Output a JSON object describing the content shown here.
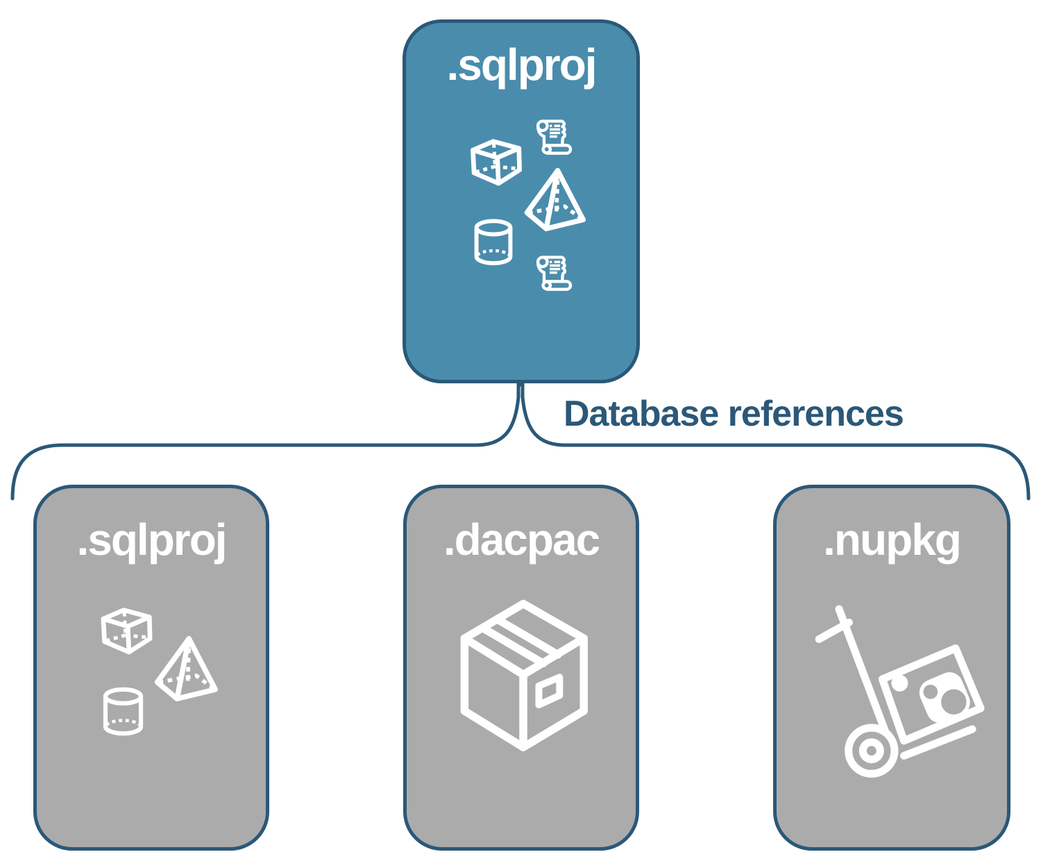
{
  "diagram": {
    "background": "#FFFFFF",
    "root_node": {
      "label": ".sqlproj",
      "icons": [
        "sql-script-scroll",
        "cube",
        "pyramid",
        "database-cylinder",
        "sql-script-scroll"
      ]
    },
    "connector": {
      "label": "Database references",
      "shape": "upside-down-curly-brace"
    },
    "child_nodes": [
      {
        "label": ".sqlproj",
        "icons": [
          "cube",
          "pyramid",
          "database-cylinder"
        ]
      },
      {
        "label": ".dacpac",
        "icons": [
          "package-box"
        ]
      },
      {
        "label": ".nupkg",
        "icons": [
          "nuget-hand-truck"
        ]
      }
    ],
    "colors": {
      "root_fill": "#4A8CAC",
      "child_fill": "#ABABAB",
      "outline": "#2B5878",
      "connector_text": "#2B5878",
      "icon_and_label": "#FFFFFF"
    }
  }
}
